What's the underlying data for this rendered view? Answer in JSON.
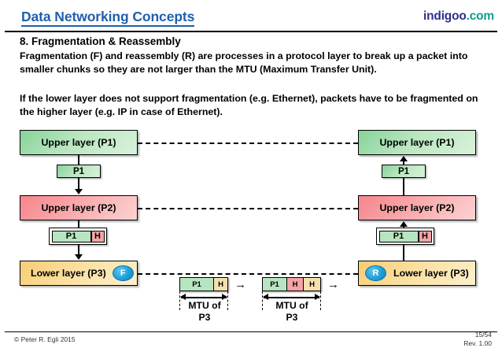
{
  "header": {
    "title": "Data Networking Concepts",
    "logo_main": "indigoo",
    "logo_tld": ".com",
    "title_color": "#1F5FAE",
    "logo_main_color": "#2E2E8F",
    "logo_tld_color": "#0E9E8E"
  },
  "content": {
    "section_heading": "8. Fragmentation & Reassembly",
    "paragraph_1": "Fragmentation (F) and reassembly (R) are processes in a protocol layer to break up a packet into smaller chunks so they are not larger than the MTU (Maximum Transfer Unit).",
    "paragraph_2": "If the lower layer does not support fragmentation (e.g. Ethernet), packets have to be fragmented on the higher layer (e.g. IP in case of Ethernet)."
  },
  "diagram": {
    "left": {
      "upper_p1": "Upper layer (P1)",
      "pdu_p1": "P1",
      "upper_p2": "Upper layer (P2)",
      "frame_p1": "P1",
      "frame_h": "H",
      "lower_p3": "Lower layer (P3)",
      "badge": "F"
    },
    "right": {
      "upper_p1": "Upper layer (P1)",
      "pdu_p1": "P1",
      "upper_p2": "Upper layer (P2)",
      "frame_p1": "P1",
      "frame_h": "H",
      "lower_p3": "Lower layer (P3)",
      "badge": "R"
    },
    "colors": {
      "upper_p1_fill": "#b9e6bf",
      "upper_p2_fill": "#f9a8ab",
      "lower_p3_fill": "#fbdfa0",
      "badge_fill": "#1e9fd8",
      "header_h_fill": "#f6a3a6",
      "mtu_h_fill": "#f6dfae"
    }
  },
  "mtu": {
    "packet_1": {
      "segments": [
        "P1",
        "H"
      ],
      "label_line1": "MTU of",
      "label_line2": "P3"
    },
    "packet_2": {
      "segments": [
        "P1",
        "H",
        "H"
      ],
      "label_line1": "MTU of",
      "label_line2": "P3"
    },
    "flow_arrow": "→"
  },
  "footer": {
    "copyright": "© Peter R. Egli 2015",
    "page": "15/54",
    "revision": "Rev. 1.00"
  }
}
